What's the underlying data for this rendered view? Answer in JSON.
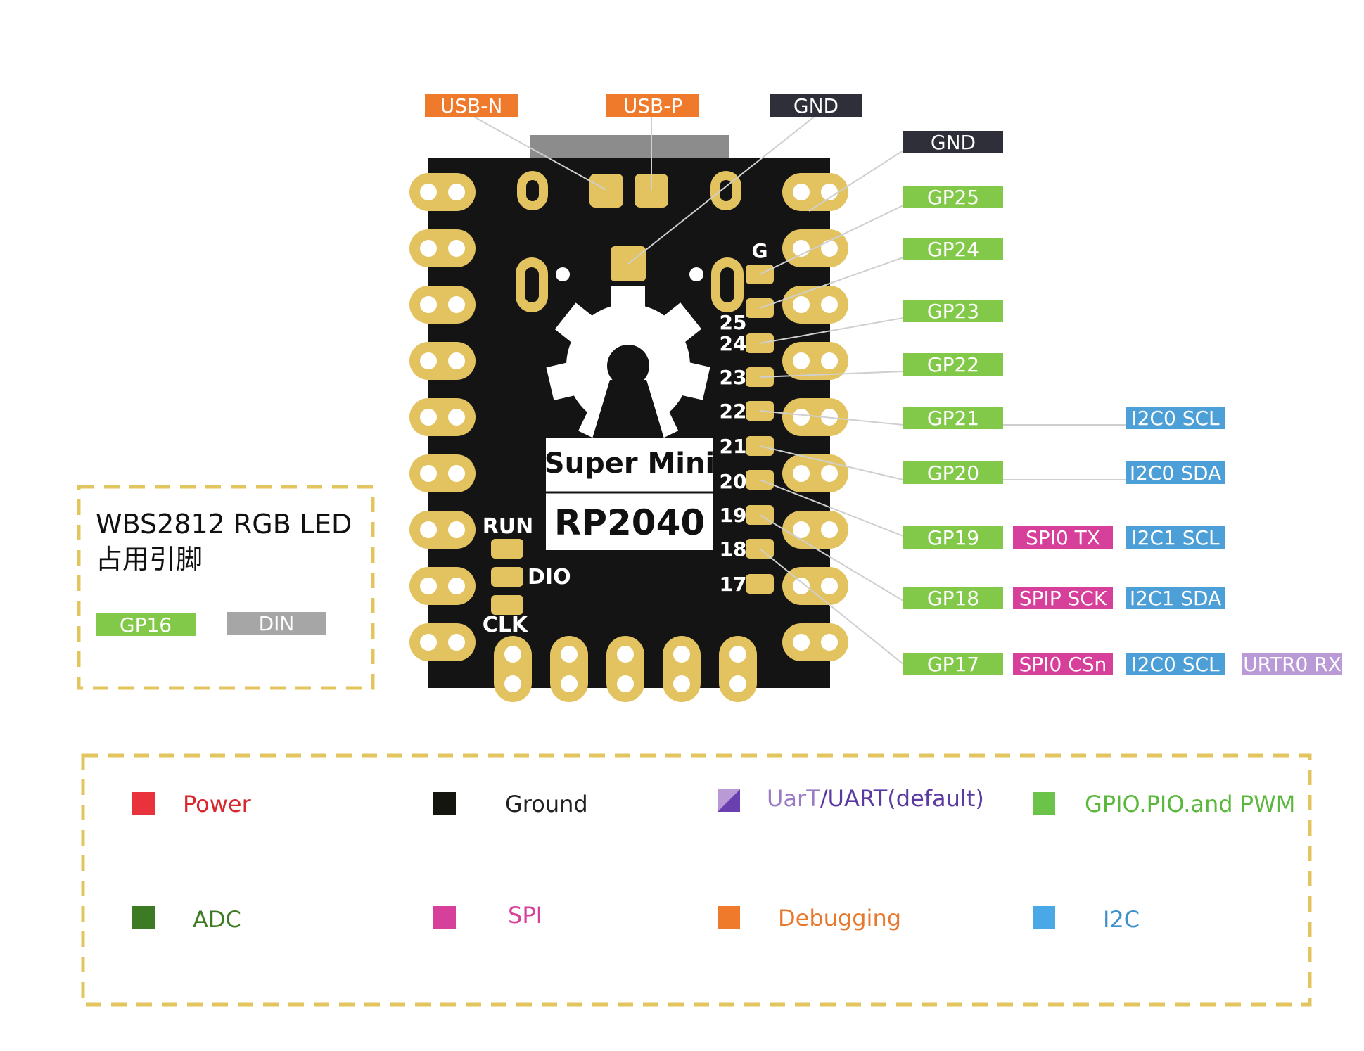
{
  "colors": {
    "orange": "#f07a2c",
    "dark": "#2f2f3a",
    "green": "#82c94a",
    "blue": "#4d9fd8",
    "pink": "#d63f9a",
    "purple": "#b99ad6",
    "gray": "#a6a6a6",
    "gold": "#e3c360",
    "board": "#141414",
    "dashed": "#e3c560"
  },
  "top_labels": {
    "usb_n": "USB-N",
    "usb_p": "USB-P",
    "gnd": "GND"
  },
  "right_pins": {
    "gnd": "GND",
    "gp25": "GP25",
    "gp24": "GP24",
    "gp23": "GP23",
    "gp22": "GP22",
    "gp21": "GP21",
    "gp21_i2c": "I2C0 SCL",
    "gp20": "GP20",
    "gp20_i2c": "I2C0 SDA",
    "gp19": "GP19",
    "gp19_spi": "SPI0 TX",
    "gp19_i2c": "I2C1 SCL",
    "gp18": "GP18",
    "gp18_spi": "SPIP SCK",
    "gp18_i2c": "I2C1 SDA",
    "gp17": "GP17",
    "gp17_spi": "SPI0 CSn",
    "gp17_i2c": "I2C0 SCL",
    "gp17_uart": "URTR0 RX"
  },
  "board": {
    "g": "G",
    "n25": "25",
    "n24": "24",
    "n23": "23",
    "n22": "22",
    "n21": "21",
    "n20": "20",
    "n19": "19",
    "n18": "18",
    "n17": "17",
    "run": "RUN",
    "dio": "DIO",
    "clk": "CLK",
    "name": "Super Mini",
    "chip": "RP2040"
  },
  "led_box": {
    "title": "WBS2812 RGB LED",
    "subtitle": "占用引脚",
    "pin": "GP16",
    "din": "DIN"
  },
  "legend": {
    "power": "Power",
    "ground": "Ground",
    "uart_a": "UarT",
    "uart_b": "/UART(default)",
    "gpio": "GPIO.PIO.and PWM",
    "adc": "ADC",
    "spi": "SPI",
    "debugging": "Debugging",
    "i2c": "I2C"
  }
}
